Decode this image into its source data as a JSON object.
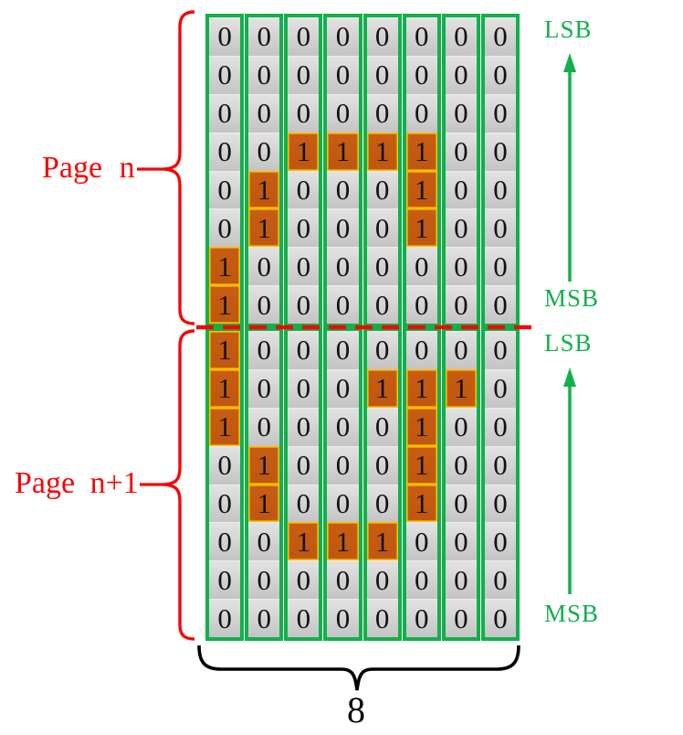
{
  "labels": {
    "page_n": "Page n",
    "page_n_plus_1": "Page n+1",
    "page_n_lsb": "LSB",
    "page_n_msb": "MSB",
    "page_n1_lsb": "LSB",
    "page_n1_msb": "MSB",
    "column_count": "8"
  },
  "colors": {
    "green": "#12B04B",
    "red": "#F70505",
    "black": "#000000",
    "cell_gray": "#D2D2D2",
    "highlight_orange": "#C35A11",
    "highlight_outline_gold": "#FFC000"
  },
  "grid": {
    "columns": 8,
    "bit_values": [
      "0",
      "1"
    ],
    "pages": [
      {
        "label": "Page n",
        "rows": [
          "00000000",
          "00000000",
          "00000000",
          "00111100",
          "01000100",
          "01000100",
          "10000000",
          "10000000"
        ]
      },
      {
        "label": "Page n+1",
        "rows": [
          "10000000",
          "10001110",
          "10000100",
          "01000100",
          "01000100",
          "00111000",
          "00000000",
          "00000000"
        ]
      }
    ]
  }
}
